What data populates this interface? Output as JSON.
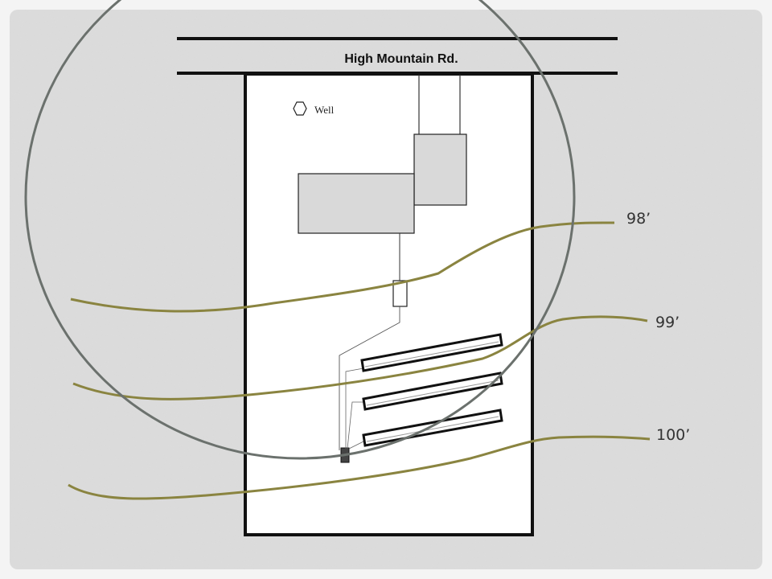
{
  "road": {
    "name": "High Mountain Rd."
  },
  "well": {
    "label": "Well"
  },
  "contours": [
    {
      "label": "98’"
    },
    {
      "label": "99’"
    },
    {
      "label": "100’"
    }
  ],
  "colors": {
    "slide": "#dcdcdc",
    "contour": "#8a8440",
    "circle": "#6b716d",
    "structure": "#d9d9d9",
    "line": "#111111"
  }
}
